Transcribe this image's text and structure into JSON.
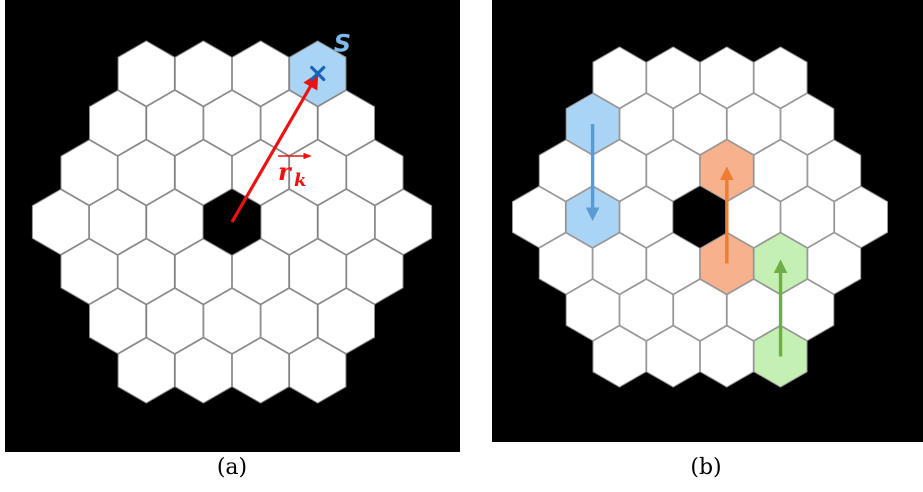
{
  "panel_a": {
    "caption": "(a)",
    "label_s": "S",
    "label_r": "r",
    "label_k": "k",
    "colors": {
      "background": "#000000",
      "hex_fill": "#ffffff",
      "segment_s": "#a9d4f5",
      "marker": "#1a62b8",
      "vector": "#ee1111",
      "label_s": "#7db9ea"
    }
  },
  "panel_b": {
    "caption": "(b)",
    "colors": {
      "background": "#000000",
      "hex_fill": "#ffffff",
      "blue_pair": "#a9d4f5",
      "blue_arrow": "#5b9bd5",
      "orange_pair": "#f7b18c",
      "orange_arrow": "#ed7d31",
      "green_pair": "#c5f0b3",
      "green_arrow": "#70ad47"
    }
  }
}
